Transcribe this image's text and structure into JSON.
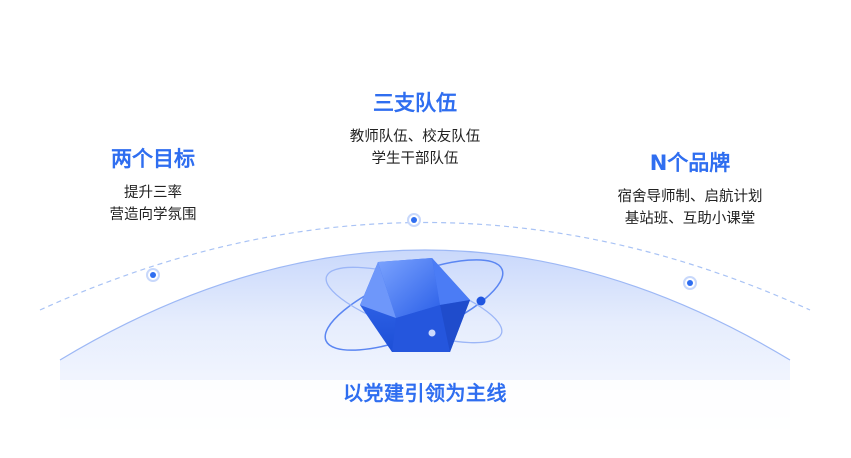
{
  "nodes": [
    {
      "id": "left",
      "title": "两个目标",
      "lines": [
        "提升三率",
        "营造向学氛围"
      ]
    },
    {
      "id": "mid",
      "title": "三支队伍",
      "lines": [
        "教师队伍、校友队伍",
        "学生干部队伍"
      ]
    },
    {
      "id": "right",
      "title": "N个品牌",
      "lines": [
        "宿舍导师制、启航计划",
        "基站班、互助小课堂"
      ]
    }
  ],
  "center": {
    "title": "以党建引领为主线"
  },
  "colors": {
    "accent": "#2f6ef0",
    "text": "#222222",
    "dash": "#a9c3f5"
  }
}
